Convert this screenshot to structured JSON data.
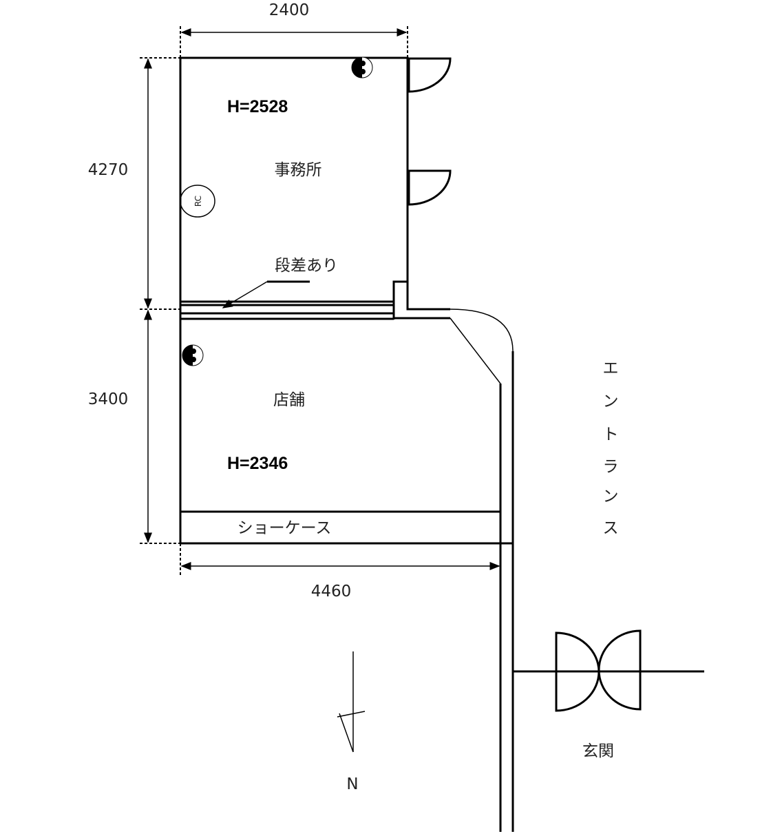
{
  "dimensions": {
    "top_width": "2400",
    "office_depth": "4270",
    "shop_depth": "3400",
    "bottom_width": "4460"
  },
  "rooms": {
    "office": "事務所",
    "office_height": "H=2528",
    "shop": "店舗",
    "shop_height": "H=2346",
    "showcase": "ショーケース",
    "entrance": "玄関",
    "step_note": "段差あり"
  },
  "corridor": {
    "chars": [
      "エ",
      "ン",
      "ト",
      "ラ",
      "ン",
      "ス"
    ]
  },
  "symbols": {
    "remote_control": "RC",
    "north": "N"
  }
}
